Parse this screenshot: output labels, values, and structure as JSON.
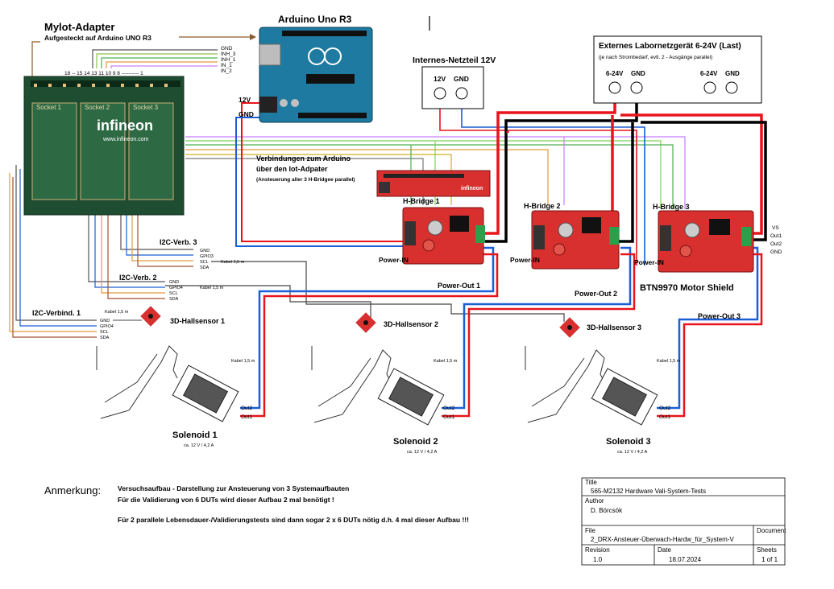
{
  "adapter": {
    "title": "Mylot-Adapter",
    "subtitle": "Aufgesteckt auf Arduino UNO R3",
    "sockets": [
      "Socket 1",
      "Socket 2",
      "Socket 3"
    ],
    "brand": "infineon",
    "url": "www.infineon.com",
    "pin_header": "18 -- 15 14 13   11 10   9    8 ---------- 1"
  },
  "arduino": {
    "title": "Arduino Uno R3",
    "labels": {
      "v12": "12V",
      "gnd": "GND"
    },
    "pins": [
      "GND",
      "INH_3",
      "INH_1",
      "IN_1",
      "IN_2"
    ]
  },
  "psu_internal": {
    "title": "Internes-Netzteil 12V",
    "v": "12V",
    "gnd": "GND"
  },
  "psu_external": {
    "title": "Externes Labornetzgerät  6-24V (Last)",
    "subtitle": "(je nach Strombedarf, evtl. 2 - Ausgänge parallel)",
    "terminals": [
      "6-24V",
      "GND",
      "6-24V",
      "GND"
    ]
  },
  "connections_note": {
    "line1": "Verbindungen zum Arduino",
    "line2": "über den Iot-Adpater",
    "line3": "(Ansteuerung aller 3 H-Bridgee parallel)"
  },
  "shield_brand": "infineon",
  "hbridges": [
    {
      "label": "H-Bridge 1",
      "power_in": "Power-IN",
      "power_out": "Power-Out 1"
    },
    {
      "label": "H-Bridge 2",
      "power_in": "Power-IN",
      "power_out": "Power-Out 2"
    },
    {
      "label": "H-Bridge 3",
      "power_in": "Power-IN",
      "power_out": "Power-Out 3"
    }
  ],
  "shield_name": "BTN9970 Motor Shield",
  "shield_pins": [
    "VS",
    "Out1",
    "Out2",
    "GND"
  ],
  "i2c": [
    {
      "label": "I2C-Verbind. 1",
      "pins": [
        "GND",
        "GPIO4",
        "SCL",
        "SDA"
      ],
      "cable": "Kabel 1,5 m"
    },
    {
      "label": "I2C-Verb. 2",
      "pins": [
        "GND",
        "GPIO4",
        "SCL",
        "SDA"
      ],
      "cable": "Kabel 1,5 m"
    },
    {
      "label": "I2C-Verb. 3",
      "pins": [
        "GND",
        "GPIO3",
        "SCL",
        "SDA"
      ],
      "cable": "Kabel 1,5 m"
    }
  ],
  "hall_sensors": [
    "3D-Hallsensor 1",
    "3D-Hallsensor 2",
    "3D-Hallsensor 3"
  ],
  "solenoids": [
    {
      "name": "Solenoid 1",
      "rating": "ca. 12 V / 4,2 A",
      "cable": "Kabel 1,5 m",
      "out2": "Out2",
      "out1": "Out1"
    },
    {
      "name": "Solenoid 2",
      "rating": "ca. 12 V / 4,2 A",
      "cable": "Kabel 1,5 m",
      "out2": "Out2",
      "out1": "Out1"
    },
    {
      "name": "Solenoid 3",
      "rating": "ca. 12 V / 4,2 A",
      "cable": "Kabel 1,5 m",
      "out2": "Out2",
      "out1": "Out1"
    }
  ],
  "remark": {
    "label": "Anmerkung:",
    "line1": "Versuchsaufbau - Darstellung zur Ansteuerung von 3 Systemaufbauten",
    "line2": "Für die Validierung von 6 DUTs wird dieser Aufbau 2 mal benötigt !",
    "line3": "Für 2 parallele Lebensdauer-/Validierungstests sind dann sogar 2 x 6 DUTs nötig d.h. 4 mal dieser Aufbau !!!"
  },
  "titleblock": {
    "title_label": "Title",
    "title_value": "565-M2132 Hardware Vali-System-Tests",
    "author_label": "Author",
    "author_value": "D. Börcsök",
    "file_label": "File",
    "file_value": "2_DRX-Ansteuer-Überwach-Hardw_für_System-V",
    "document_label": "Document",
    "revision_label": "Revision",
    "revision_value": "1.0",
    "date_label": "Date",
    "date_value": "18.07.2024",
    "sheets_label": "Sheets",
    "sheets_value": "1 of 1"
  },
  "colors": {
    "red": "#e8141c",
    "blue": "#1b5fd6",
    "black": "#000000",
    "board_green": "#1f4d32",
    "shield_red": "#d82f2f"
  }
}
